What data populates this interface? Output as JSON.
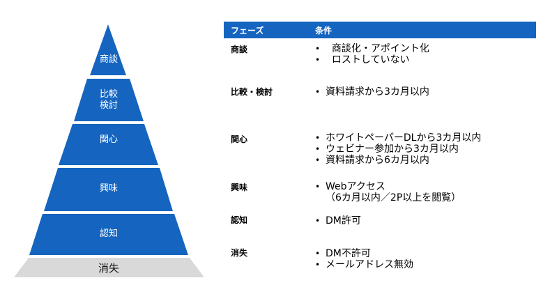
{
  "pyramid": {
    "levels": [
      {
        "label": "商談",
        "color": "#1565c0"
      },
      {
        "label": "比較\n検討",
        "color": "#1565c0"
      },
      {
        "label": "関心",
        "color": "#1565c0"
      },
      {
        "label": "興味",
        "color": "#1565c0"
      },
      {
        "label": "認知",
        "color": "#1565c0"
      },
      {
        "label": "消失",
        "color": "#d9d9d9"
      }
    ]
  },
  "table": {
    "header_color": "#1565c0",
    "headers": {
      "phase": "フェーズ",
      "condition": "条件"
    },
    "rows": [
      {
        "phase": "商談",
        "conditions": [
          "  商談化・アポイント化",
          "  ロストしていない"
        ]
      },
      {
        "phase": "比較・検討",
        "conditions": [
          "資料請求から3カ月以内"
        ]
      },
      {
        "phase": "関心",
        "conditions": [
          "ホワイトペーパーDLから3カ月以内",
          "ウェビナー参加から3カ月以内",
          "資料請求から6カ月以内"
        ]
      },
      {
        "phase": "興味",
        "conditions": [
          "Webアクセス"
        ],
        "note": "（6カ月以内／2P以上を閲覧）"
      },
      {
        "phase": "認知",
        "conditions": [
          "DM許可"
        ]
      },
      {
        "phase": "消失",
        "conditions": [
          "DM不許可",
          "メールアドレス無効"
        ]
      }
    ]
  }
}
